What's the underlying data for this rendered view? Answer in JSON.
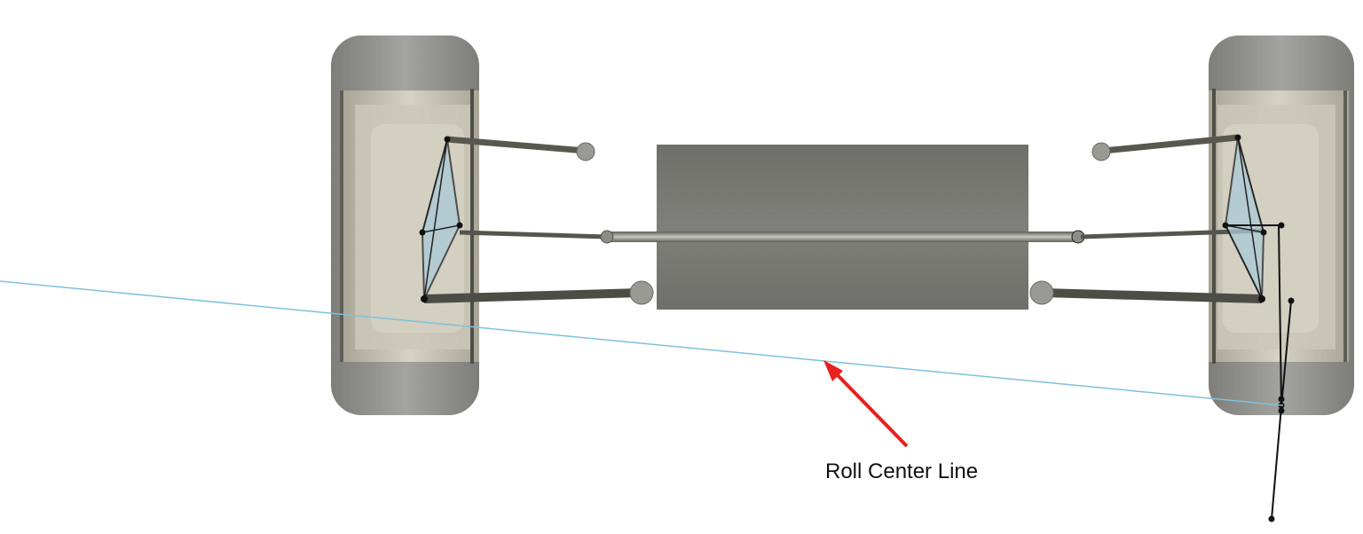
{
  "annotation": {
    "label": "Roll Center Line",
    "arrow_color": "#e8201e",
    "line_color": "#7ec1dc"
  },
  "colors": {
    "tire": "#8c8c88",
    "tire_dark": "#6e6e6a",
    "rim": "#b9b6a8",
    "rim_face": "#cfcbbd",
    "body": "#777772",
    "rod": "#7a7a74",
    "arm": "#5a5a55",
    "upright_fill": "#b9d3dc",
    "joint": "#111111"
  },
  "components": [
    "left-wheel",
    "right-wheel",
    "chassis-body",
    "steering-tie-rod",
    "upper-control-arms",
    "lower-control-arms",
    "uprights",
    "roll-center-line",
    "instant-center-construction"
  ]
}
